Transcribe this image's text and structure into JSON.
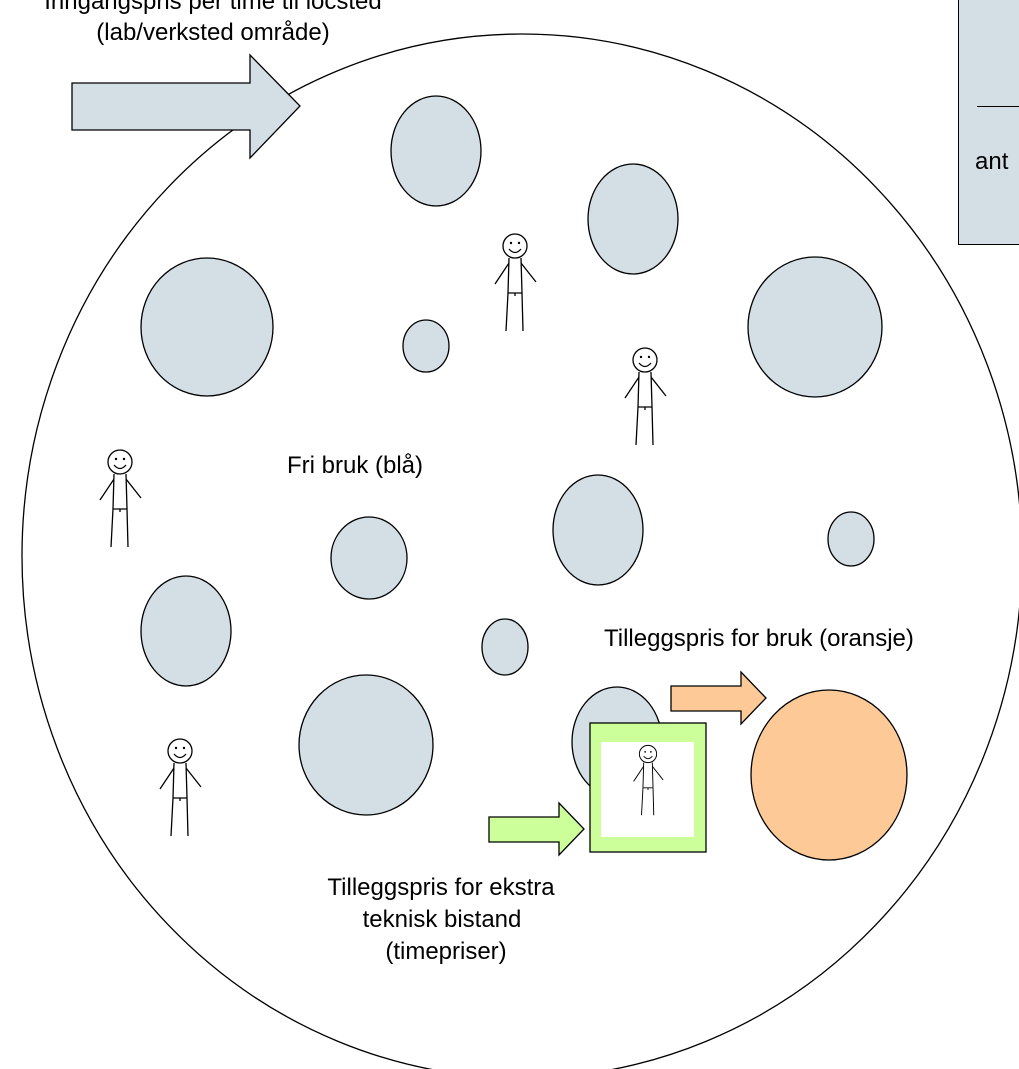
{
  "labels": {
    "entry_price_line1": "Inngangspris per time til locsted",
    "entry_price_line2": "(lab/verksted område)",
    "free_use": "Fri bruk (blå)",
    "addon_use": "Tilleggspris for bruk (oransje)",
    "tech_help_line1": "Tilleggspris for ekstra",
    "tech_help_line2": "teknisk bistand",
    "tech_help_line3": "(timepriser)",
    "formula_fragment": "ant"
  },
  "colors": {
    "equipment_fill": "#d3dee5",
    "addon_fill": "#fdca97",
    "tech_fill": "#ccff99",
    "outline": "#000000",
    "white": "#ffffff"
  },
  "icons": [
    "stick-figure-icon",
    "arrow-right-icon"
  ]
}
